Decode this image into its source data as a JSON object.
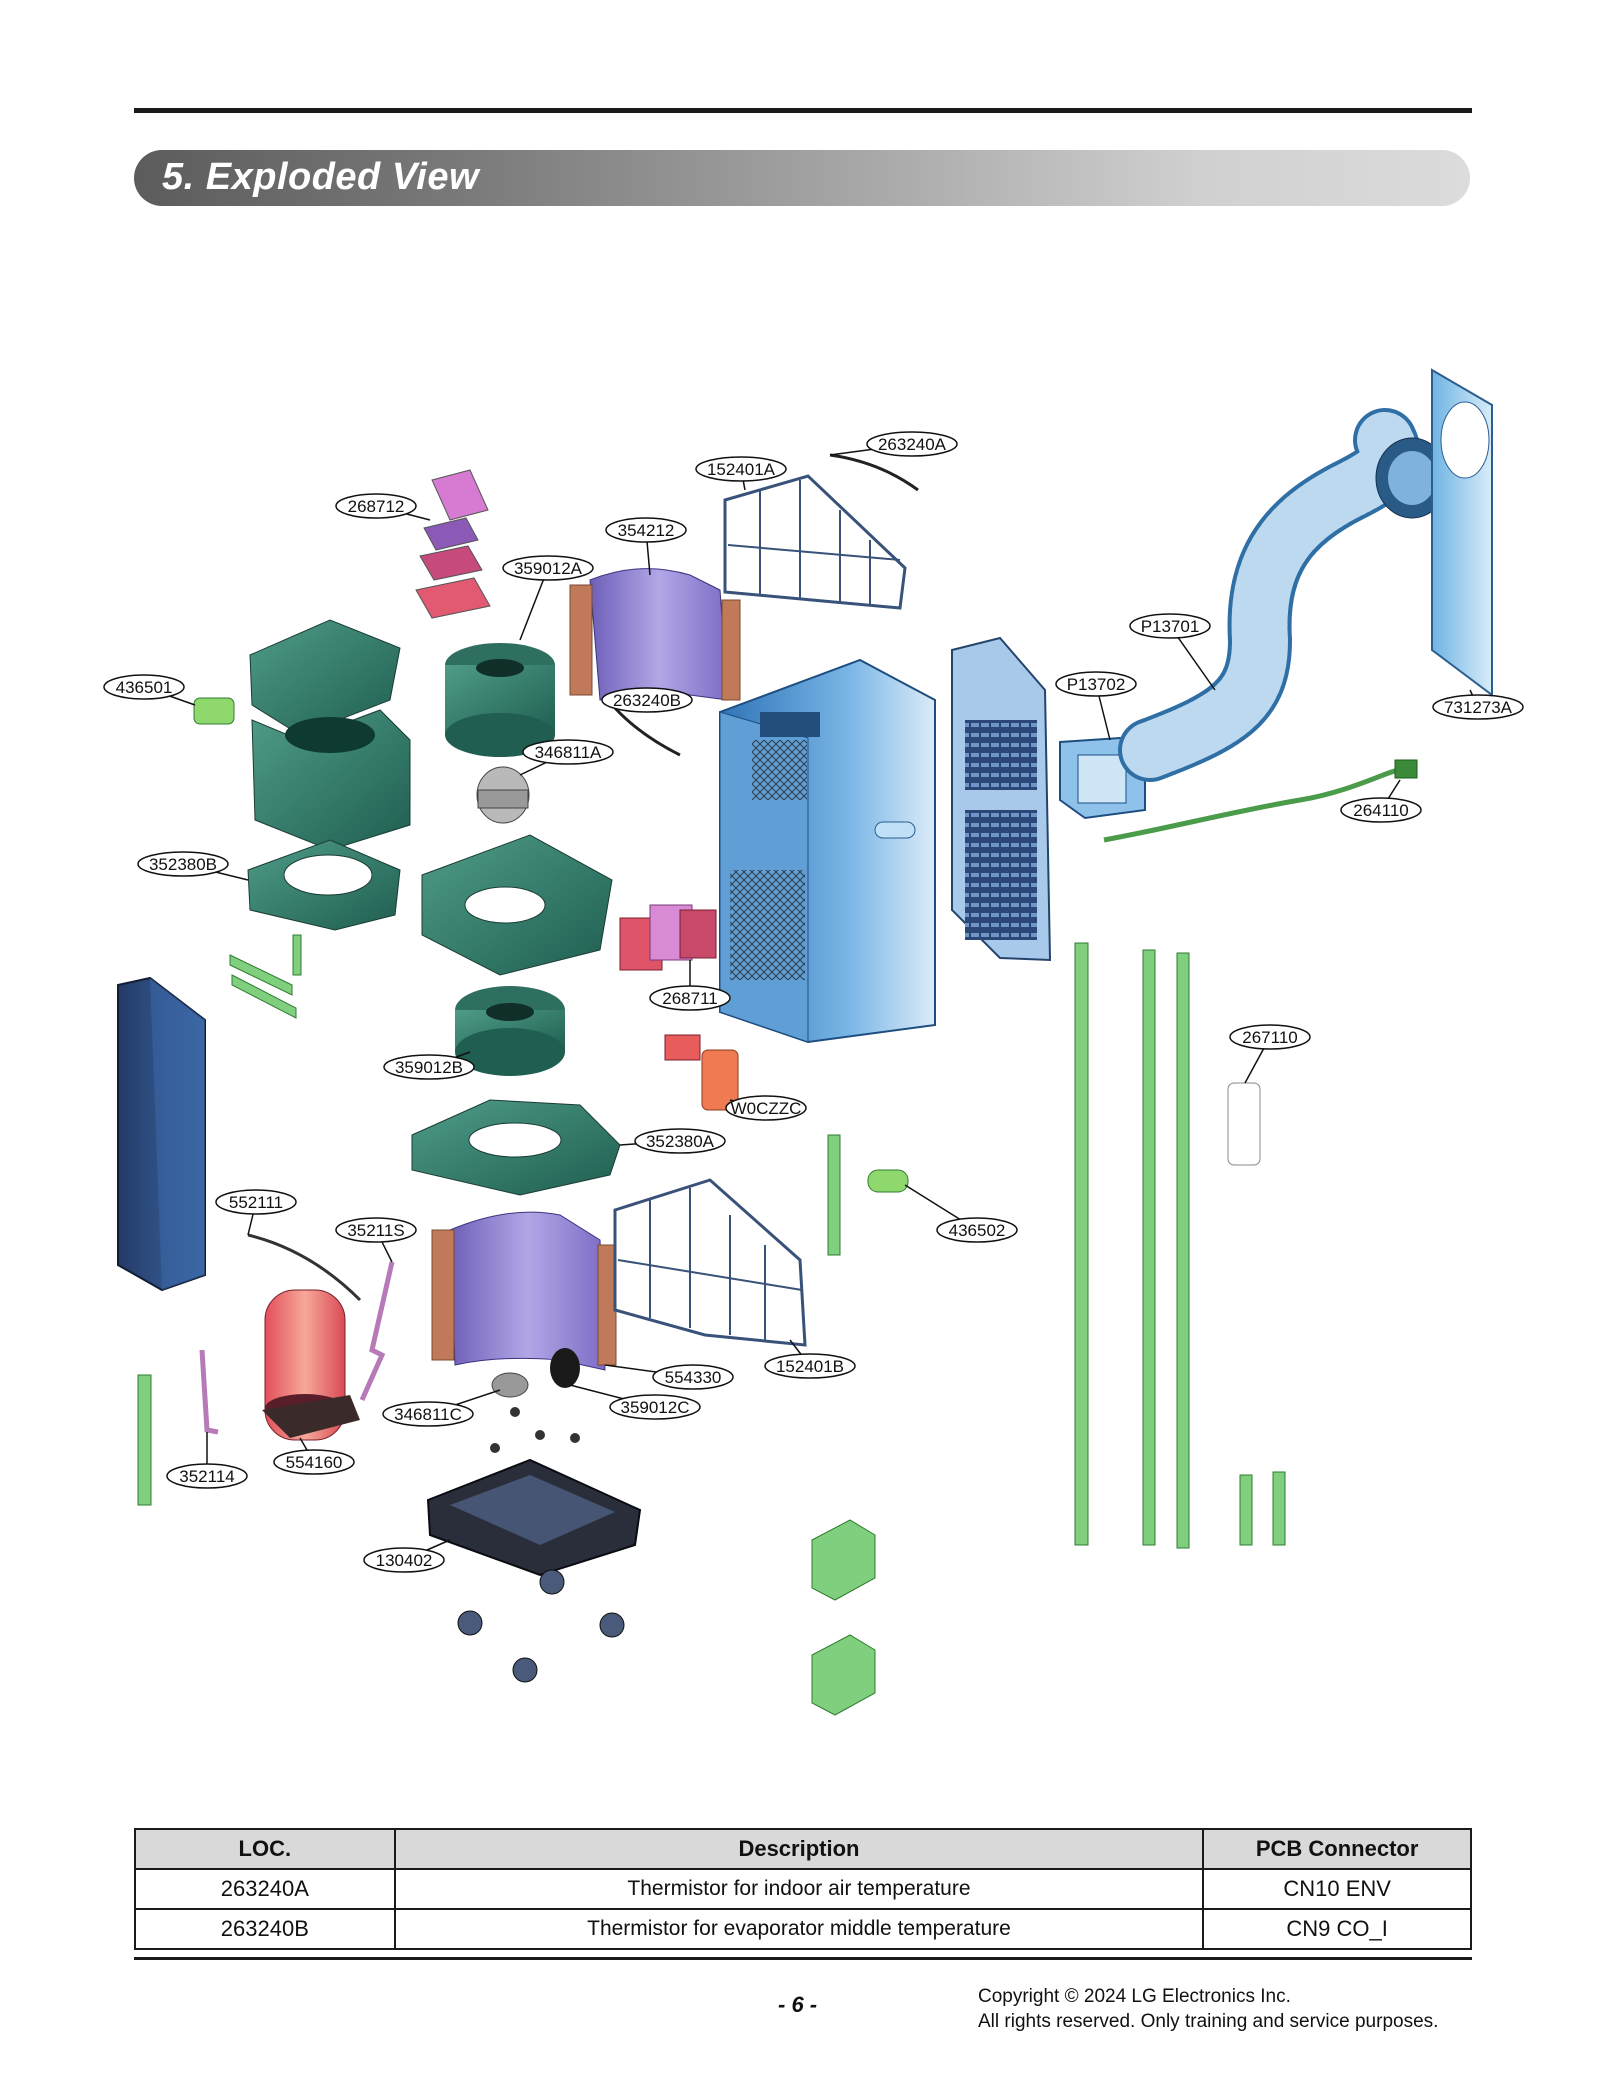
{
  "header": {
    "section_title": "5. Exploded View"
  },
  "callouts": [
    {
      "id": "c1",
      "label": "263240A"
    },
    {
      "id": "c2",
      "label": "152401A"
    },
    {
      "id": "c3",
      "label": "268712"
    },
    {
      "id": "c4",
      "label": "354212"
    },
    {
      "id": "c5",
      "label": "359012A"
    },
    {
      "id": "c6",
      "label": "P13701"
    },
    {
      "id": "c7",
      "label": "P13702"
    },
    {
      "id": "c8",
      "label": "731273A"
    },
    {
      "id": "c9",
      "label": "436501"
    },
    {
      "id": "c10",
      "label": "263240B"
    },
    {
      "id": "c11",
      "label": "346811A"
    },
    {
      "id": "c12",
      "label": "264110"
    },
    {
      "id": "c13",
      "label": "352380B"
    },
    {
      "id": "c14",
      "label": "268711"
    },
    {
      "id": "c15",
      "label": "267110"
    },
    {
      "id": "c16",
      "label": "359012B"
    },
    {
      "id": "c17",
      "label": "W0CZZC"
    },
    {
      "id": "c18",
      "label": "352380A"
    },
    {
      "id": "c19",
      "label": "552111"
    },
    {
      "id": "c20",
      "label": "35211S"
    },
    {
      "id": "c21",
      "label": "436502"
    },
    {
      "id": "c22",
      "label": "152401B"
    },
    {
      "id": "c23",
      "label": "554330"
    },
    {
      "id": "c24",
      "label": "346811C"
    },
    {
      "id": "c25",
      "label": "359012C"
    },
    {
      "id": "c26",
      "label": "554160"
    },
    {
      "id": "c27",
      "label": "352114"
    },
    {
      "id": "c28",
      "label": "130402"
    }
  ],
  "table": {
    "headers": [
      "LOC.",
      "Description",
      "PCB Connector"
    ],
    "rows": [
      [
        "263240A",
        "Thermistor for indoor air temperature",
        "CN10 ENV"
      ],
      [
        "263240B",
        "Thermistor for evaporator middle temperature",
        "CN9 CO_I"
      ]
    ]
  },
  "footer": {
    "page_number": "- 6 -",
    "copyright_line1": "Copyright © 2024 LG Electronics Inc.",
    "copyright_line2": "All rights reserved. Only training and service purposes."
  },
  "colors": {
    "green_part": "#2f7d6d",
    "blue_cabinet": "#3a8fd0",
    "purple_coil": "#8a78c8",
    "red_part": "#e05060",
    "green_strip": "#6cc070",
    "hose": "#3a7fb0"
  }
}
